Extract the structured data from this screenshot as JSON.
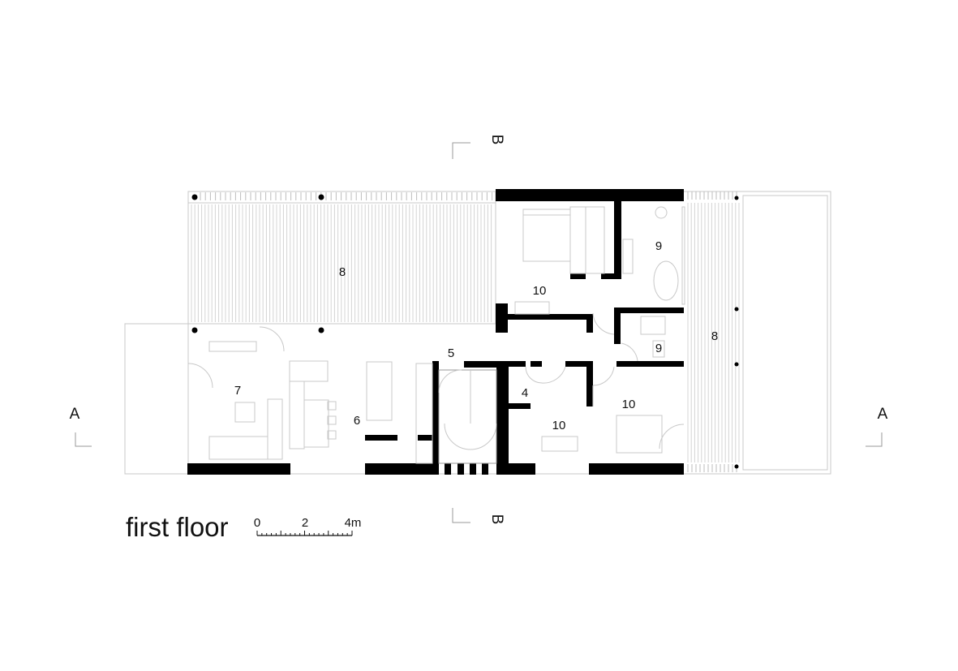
{
  "title": "first floor",
  "scale_bar": {
    "labels": [
      "0",
      "2",
      "4m"
    ]
  },
  "section_markers": {
    "a_left": "A",
    "a_right": "A",
    "b_top": "B",
    "b_bottom": "B"
  },
  "rooms": [
    {
      "id": "terrace-north",
      "label": "8"
    },
    {
      "id": "bedroom-master",
      "label": "10"
    },
    {
      "id": "bath-master",
      "label": "9"
    },
    {
      "id": "terrace-east",
      "label": "8"
    },
    {
      "id": "bath-second",
      "label": "9"
    },
    {
      "id": "hall",
      "label": "5"
    },
    {
      "id": "living",
      "label": "7"
    },
    {
      "id": "kitchen-dining",
      "label": "6"
    },
    {
      "id": "wc",
      "label": "4"
    },
    {
      "id": "bedroom-middle",
      "label": "10"
    },
    {
      "id": "bedroom-east",
      "label": "10"
    }
  ]
}
